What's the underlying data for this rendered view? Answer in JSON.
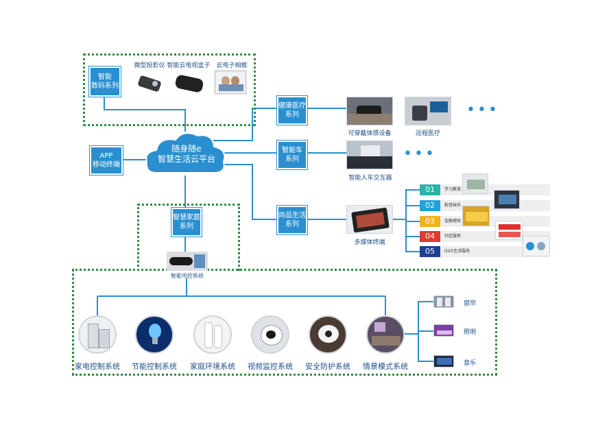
{
  "cloud": {
    "line1": "随身随e",
    "line2": "智慧生活云平台"
  },
  "digital": {
    "box": [
      "智能",
      "数码系列"
    ],
    "items": [
      "微型投影仪",
      "智能云电视盒子",
      "云电子相框"
    ]
  },
  "app_box": [
    "APP",
    "移动终端"
  ],
  "health": {
    "box": [
      "健康医疗",
      "系列"
    ],
    "items": [
      "可穿戴体感设备",
      "远程医疗"
    ]
  },
  "car": {
    "box": [
      "智能车",
      "系列"
    ],
    "items": [
      "智能人车交互器"
    ]
  },
  "life": {
    "box": [
      "尚品生活",
      "系列"
    ],
    "device": "多媒体终端",
    "list": [
      {
        "num": "01",
        "text": "学习教育",
        "color": "#2ab3a6"
      },
      {
        "num": "02",
        "text": "影音娱乐",
        "color": "#1fa3dc"
      },
      {
        "num": "03",
        "text": "金融理财",
        "color": "#f2b21c"
      },
      {
        "num": "04",
        "text": "社区服务",
        "color": "#e23b2e"
      },
      {
        "num": "05",
        "text": "O2O生活服务",
        "color": "#1e3f8f"
      }
    ]
  },
  "home": {
    "box": [
      "智慧家庭",
      "系列"
    ],
    "hub": "智能中控系统",
    "systems": [
      "家电控制系统",
      "节能控制系统",
      "家庭环境系统",
      "视频监控系统",
      "安全防护系统",
      "情景模式系统"
    ],
    "scene_items": [
      "窗帘",
      "照明",
      "音乐"
    ]
  },
  "colors": {
    "accent": "#2a8fd0",
    "dotted": "#2e8b3e",
    "label": "#1f4f8a"
  }
}
